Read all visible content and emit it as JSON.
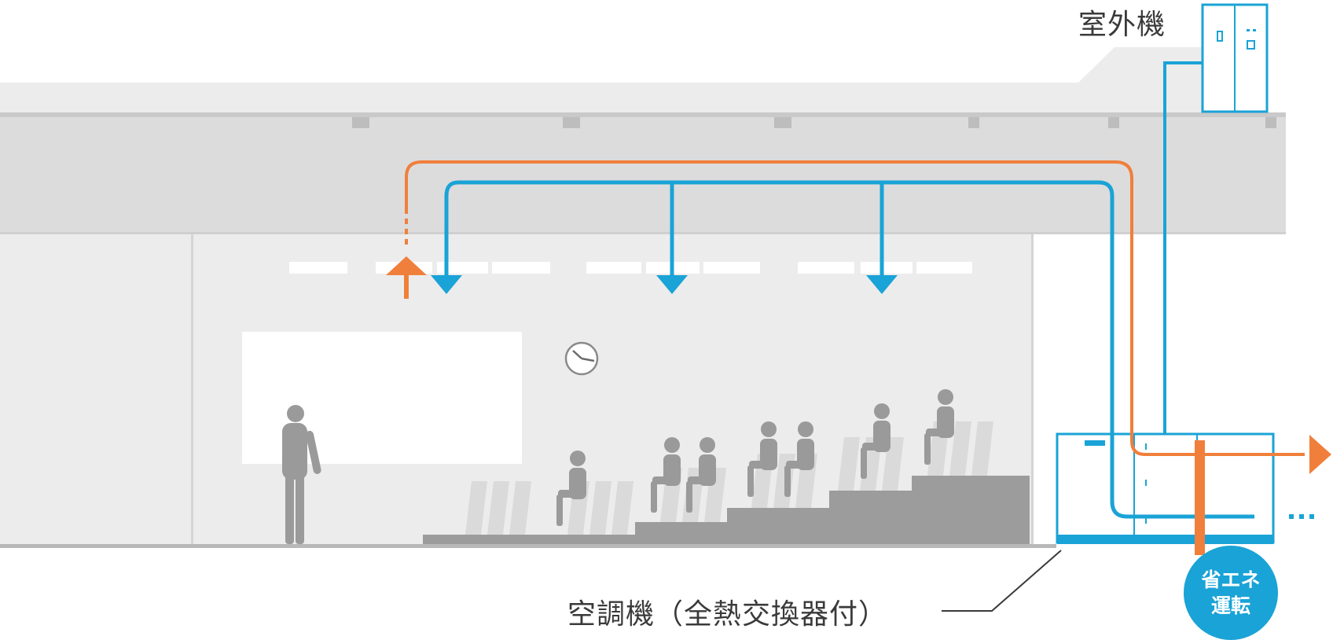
{
  "labels": {
    "outdoor_unit": "室外機",
    "air_handler": "空調機（全熱交換器付）"
  },
  "badge": {
    "line1": "省エネ",
    "line2": "運転"
  },
  "colors": {
    "supply_air": "#1aa3d6",
    "exhaust_air": "#f07f3c",
    "ceiling": "#dcdcdc",
    "room": "#ececec",
    "silhouette": "#9a9a9a"
  },
  "icons": [
    "clock-icon",
    "outdoor-unit-icon",
    "air-handler-icon",
    "person-silhouette-icon",
    "chair-icon"
  ]
}
